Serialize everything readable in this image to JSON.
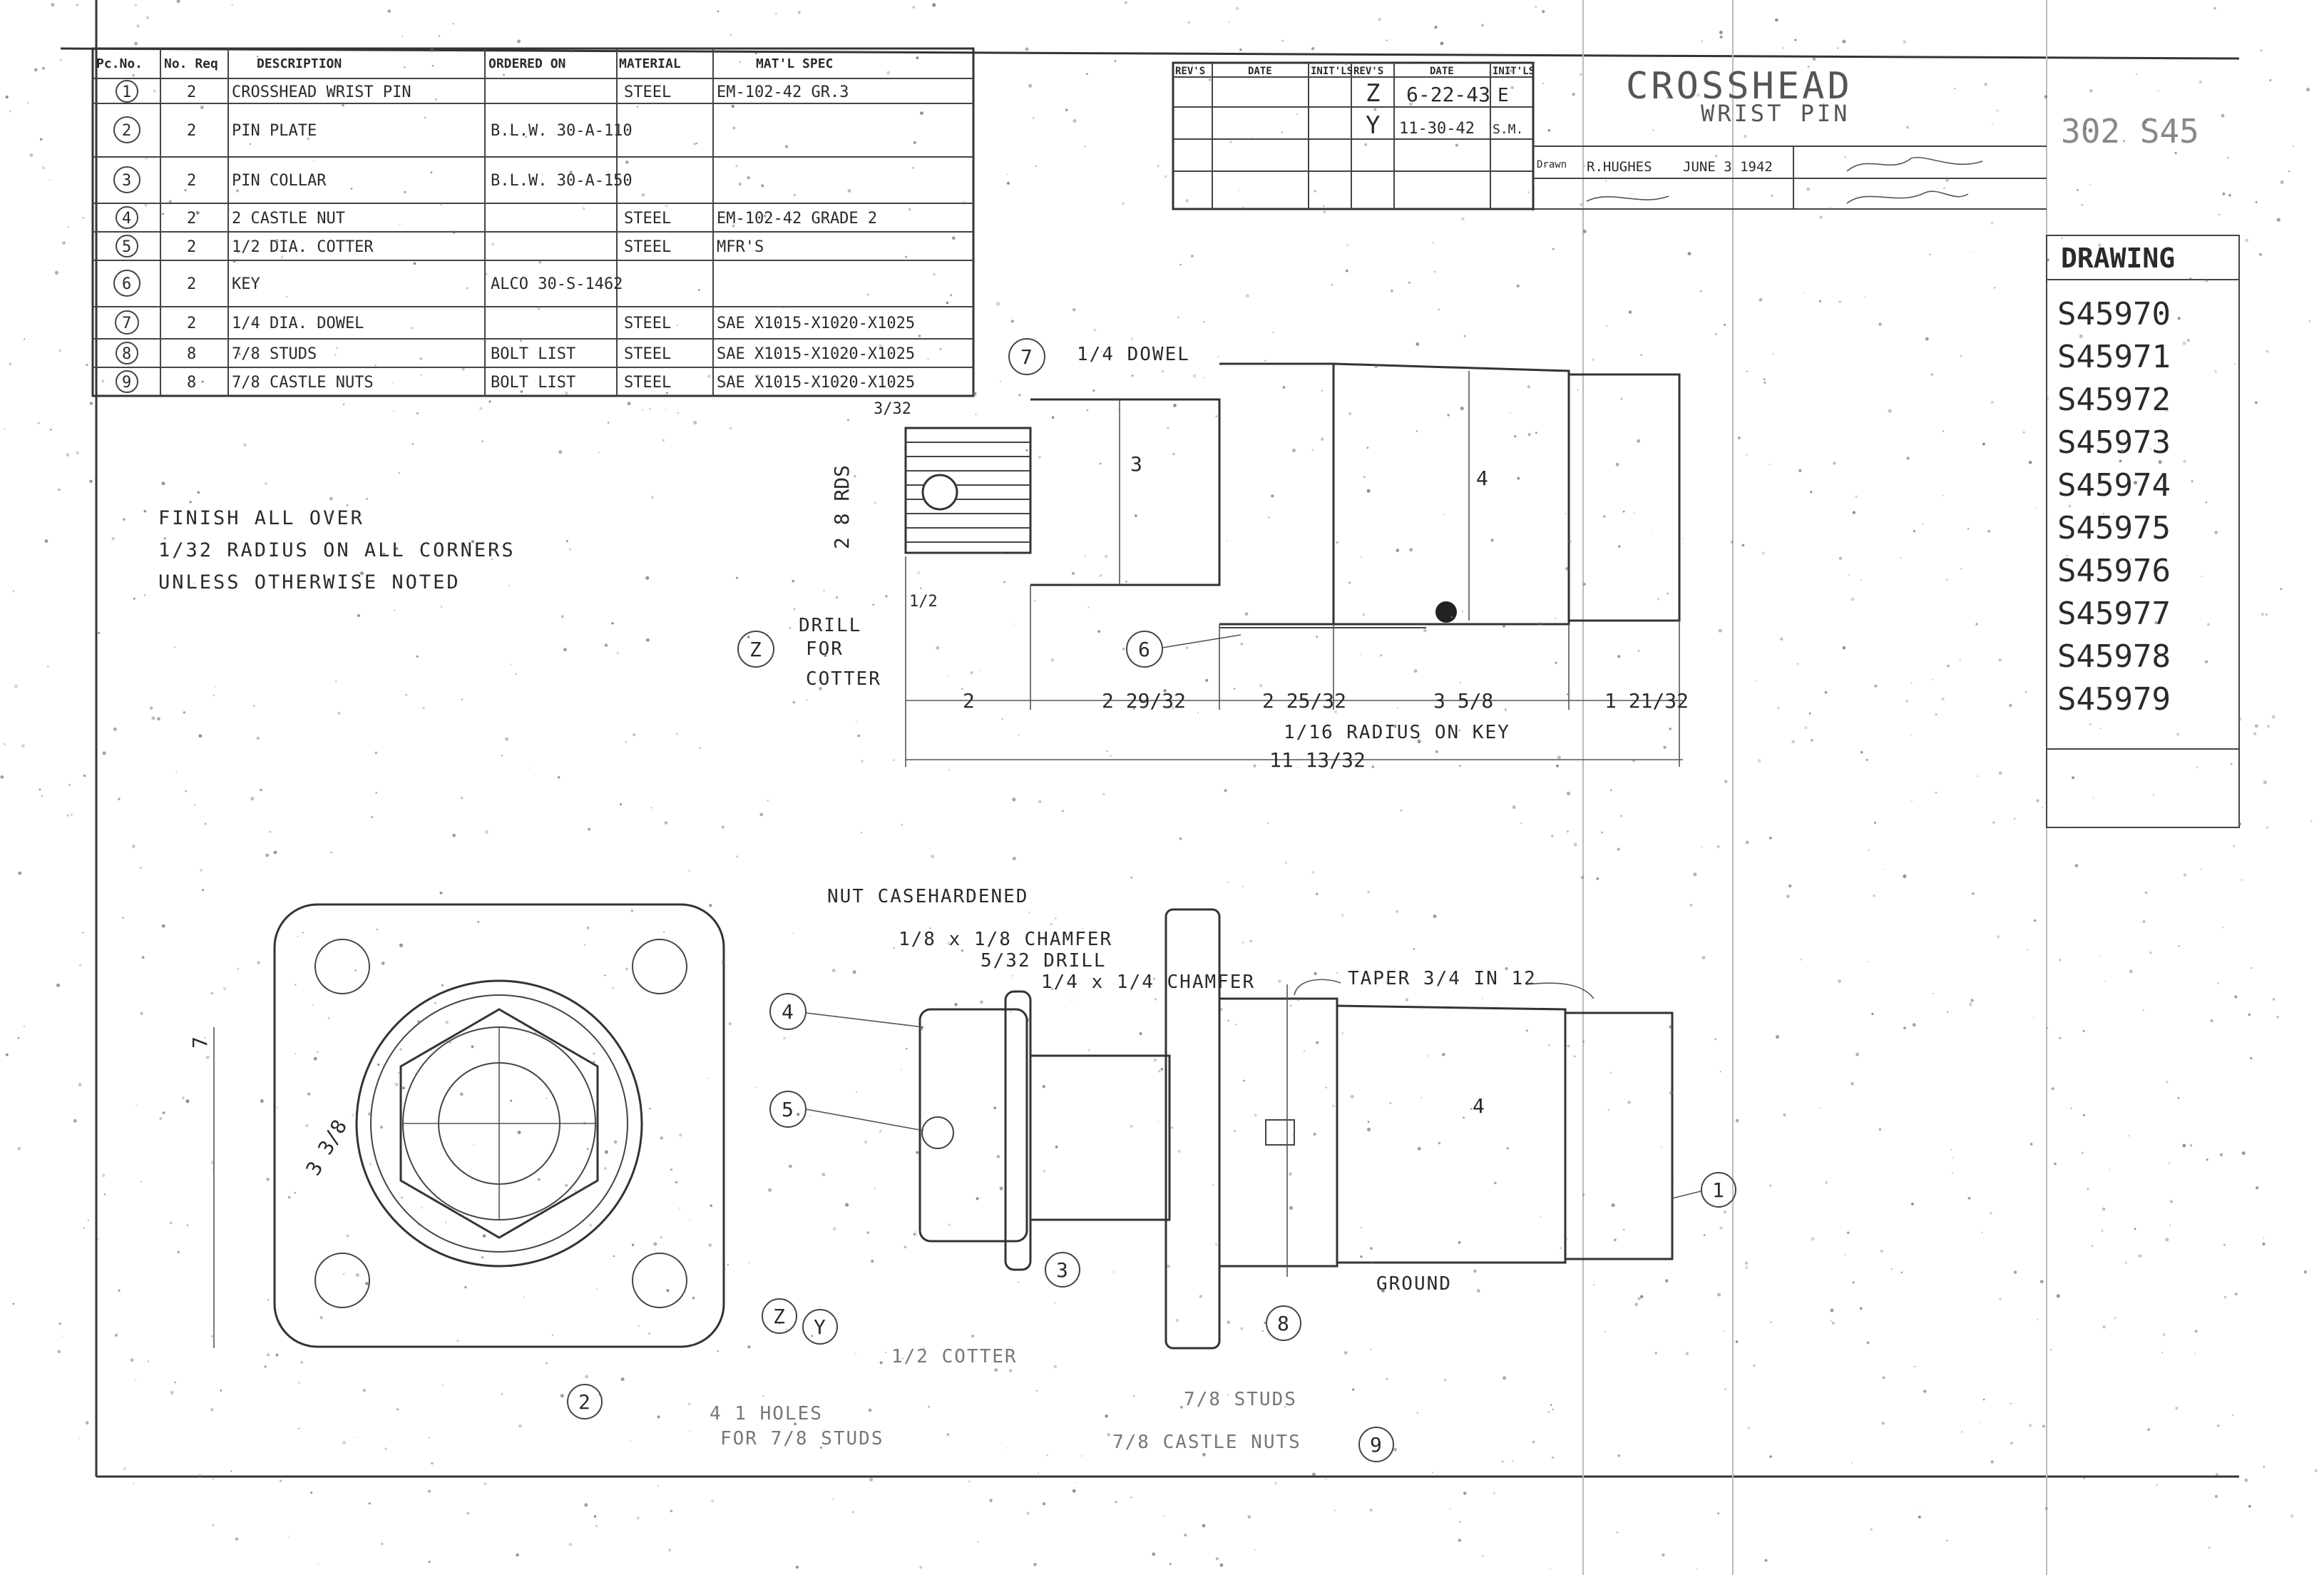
{
  "bom": {
    "headers": [
      "Pc.No.",
      "No. Req",
      "DESCRIPTION",
      "ORDERED ON",
      "MATERIAL",
      "MAT'L SPEC"
    ],
    "rows": [
      {
        "pc": "1",
        "req": "2",
        "desc": "CROSSHEAD WRIST PIN",
        "ordered": "",
        "material": "STEEL",
        "spec": "EM-102-42 GR.3"
      },
      {
        "pc": "2",
        "req": "2",
        "desc": "PIN PLATE",
        "ordered": "B.L.W. 30-A-110",
        "material": "",
        "spec": ""
      },
      {
        "pc": "3",
        "req": "2",
        "desc": "PIN COLLAR",
        "ordered": "B.L.W. 30-A-150",
        "material": "",
        "spec": ""
      },
      {
        "pc": "4",
        "req": "2",
        "desc": "2 CASTLE NUT",
        "ordered": "",
        "material": "STEEL",
        "spec": "EM-102-42 GRADE 2"
      },
      {
        "pc": "5",
        "req": "2",
        "desc": "1/2 DIA. COTTER",
        "ordered": "",
        "material": "STEEL",
        "spec": "MFR'S"
      },
      {
        "pc": "6",
        "req": "2",
        "desc": "KEY",
        "ordered": "ALCO 30-S-1462",
        "material": "",
        "spec": ""
      },
      {
        "pc": "7",
        "req": "2",
        "desc": "1/4 DIA. DOWEL",
        "ordered": "",
        "material": "STEEL",
        "spec": "SAE X1015-X1020-X1025"
      },
      {
        "pc": "8",
        "req": "8",
        "desc": "7/8 STUDS",
        "ordered": "BOLT LIST",
        "material": "STEEL",
        "spec": "SAE X1015-X1020-X1025"
      },
      {
        "pc": "9",
        "req": "8",
        "desc": "7/8 CASTLE NUTS",
        "ordered": "BOLT LIST",
        "material": "STEEL",
        "spec": "SAE X1015-X1020-X1025"
      }
    ]
  },
  "revisions": {
    "headers": [
      "REV'S",
      "DATE",
      "INIT'LS",
      "REV'S",
      "DATE",
      "INIT'LS"
    ],
    "entries": [
      {
        "rev": "Z",
        "date": "6-22-43",
        "init": "E"
      },
      {
        "rev": "Y",
        "date": "11-30-42",
        "init": "S.M."
      }
    ]
  },
  "title_block": {
    "title": "CROSSHEAD",
    "subtitle": "WRIST PIN",
    "drawn_label": "Drawn",
    "drawn_by": "R.HUGHES",
    "drawn_date": "JUNE 3 1942",
    "sheet_code": "302 S45"
  },
  "drawing_list": {
    "header": "DRAWING",
    "numbers": [
      "S45970",
      "S45971",
      "S45972",
      "S45973",
      "S45974",
      "S45975",
      "S45976",
      "S45977",
      "S45978",
      "S45979"
    ]
  },
  "notes": {
    "general": [
      "FINISH ALL OVER",
      "1/32 RADIUS ON ALL CORNERS",
      "UNLESS OTHERWISE NOTED"
    ],
    "drill_for_cotter": [
      "DRILL",
      "FOR",
      "COTTER"
    ],
    "dowel": "1/4 DOWEL",
    "radius_on_key": "1/16 RADIUS ON KEY",
    "nut_casehardened": "NUT CASEHARDENED",
    "chamfer_1": "1/8 x 1/8 CHAMFER",
    "drill_small": "5/32 DRILL",
    "chamfer_2": "1/4 x 1/4 CHAMFER",
    "taper": "TAPER 3/4 IN 12",
    "ground": "GROUND",
    "cotter": "1/2 COTTER",
    "holes_for_studs": [
      "4 1 HOLES",
      "FOR 7/8 STUDS"
    ],
    "castle_nuts": [
      "7/8 STUDS",
      "7/8 CASTLE NUTS"
    ]
  },
  "dimensions": {
    "seg_1": "2",
    "seg_2": "2 29/32",
    "seg_3": "2 25/32",
    "seg_4": "3 5/8",
    "seg_5": "1 21/32",
    "overall": "11 13/32",
    "dia_3": "3",
    "dia_4": "4",
    "dia_4_lower": "4",
    "dia_7": "7",
    "bolt_circle": "3 3/8",
    "rnd_2_8": "2 8 RDS",
    "small_3_32": "3/32",
    "small_1_2": "1/2"
  },
  "callouts": {
    "c1": "1",
    "c2": "2",
    "c3": "3",
    "c4": "4",
    "c5": "5",
    "c6": "6",
    "c7": "7",
    "c8": "8",
    "c9": "9",
    "cz": "Z",
    "cy": "Y"
  }
}
